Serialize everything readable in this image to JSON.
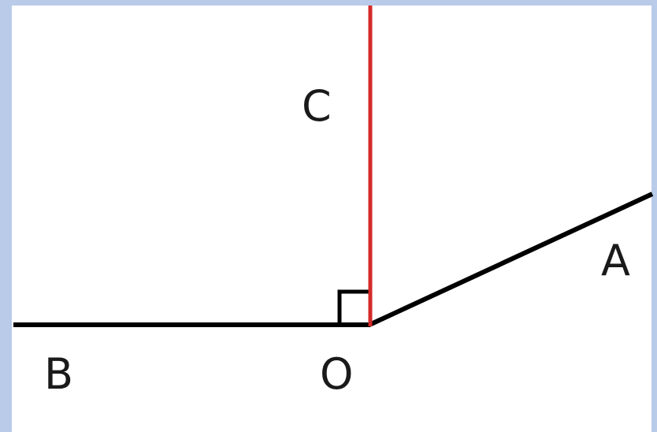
{
  "diagram": {
    "labels": {
      "a": "A",
      "b": "B",
      "c": "C",
      "o": "O"
    },
    "colors": {
      "background": "#b9cbe9",
      "canvas": "#ffffff",
      "ray": "#000000",
      "perpendicular": "#d42a2a",
      "text": "#1a1a1a"
    },
    "right_angle_at": "O"
  }
}
